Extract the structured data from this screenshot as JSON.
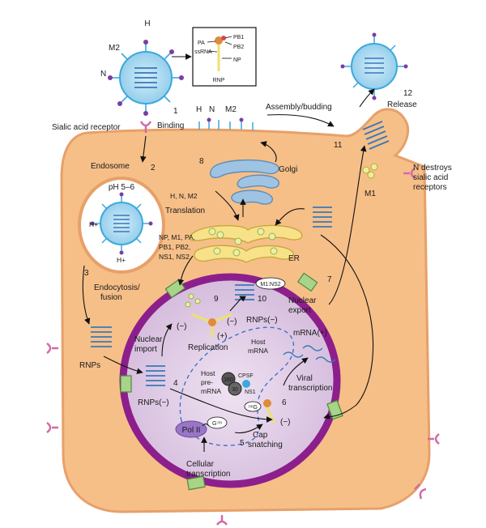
{
  "labels": {
    "h_top": "H",
    "m2_top": "M2",
    "n_top": "N",
    "inset_pa": "PA",
    "inset_pb1": "PB1",
    "inset_pb2": "PB2",
    "inset_ssrna": "ssRNA",
    "inset_np": "NP",
    "inset_rnp": "RNP",
    "step1_num": "1",
    "step1_name": "Binding",
    "sialic_receptor": "Sialic acid receptor",
    "h_membrane": "H",
    "n_membrane": "N",
    "m2_membrane": "M2",
    "assembly": "Assembly/budding",
    "step12_num": "12",
    "step12_name": "Release",
    "step11_num": "11",
    "n_destroys_1": "N destroys",
    "n_destroys_2": "sialic acid",
    "n_destroys_3": "receptors",
    "m1": "M1",
    "endosome": "Endosome",
    "step2_num": "2",
    "ph": "pH 5–6",
    "hplus_1": "H+",
    "hplus_2": "H+",
    "step8_num": "8",
    "golgi": "Golgi",
    "hnm2": "H, N, M2",
    "translation": "Translation",
    "proteins_1": "NP, M1, PA,",
    "proteins_2": "PB1, PB2,",
    "proteins_3": "NS1, NS2",
    "er": "ER",
    "step3_num": "3",
    "endo_fusion_1": "Endocytosis/",
    "endo_fusion_2": "fusion",
    "rnps_cyto": "RNPs",
    "step9_num": "9",
    "m1ns2": "M1:NS2",
    "step10_num": "10",
    "step7_num": "7",
    "nuclear_export_1": "Nuclear",
    "nuclear_export_2": "export",
    "rnps_minus_top": "RNPs(−)",
    "minus_left": "(−)",
    "minus_right": "(−)",
    "plus_repl": "(+)",
    "replication": "Replication",
    "nuclear_import_1": "Nuclear",
    "nuclear_import_2": "import",
    "mrna_plus": "mRNA(+)",
    "host_mrna_1": "Host",
    "host_mrna_2": "mRNA",
    "step4_num": "4",
    "host_pre_1": "Host",
    "host_pre_2": "pre-",
    "host_pre_3": "mRNA",
    "cpsf_160": "160",
    "cpsf": "CPSF",
    "cpsf_30": "30",
    "ns1": "NS1",
    "rnps_minus_bottom": "RNPs(−)",
    "viral_tx_1": "Viral",
    "viral_tx_2": "transcription",
    "step6_num": "6",
    "m7g_a": "⁷ᵐG",
    "m7g_b": "G⁷ᵐ",
    "minus_cap": "(−)",
    "pol2": "Pol II",
    "step5_num": "5",
    "cap_1": "Cap",
    "cap_2": "snatching",
    "cell_tx_1": "Cellular",
    "cell_tx_2": "transcription"
  },
  "colors": {
    "cytoplasm": "#f6bf88",
    "membrane": "#e7a06a",
    "nucleus": "#ddc6e3",
    "nuclear_envelope": "#8c1f8c",
    "virion": "#9ed4ef",
    "spike": "#3aa9dc",
    "receptor": "#d26aa6",
    "golgi": "#9fc3e2",
    "er": "#f7e28a",
    "rnp": "#3a78b8",
    "pore": "#7cbf5a",
    "arrow": "#111111",
    "dashed": "#3f72c8"
  }
}
